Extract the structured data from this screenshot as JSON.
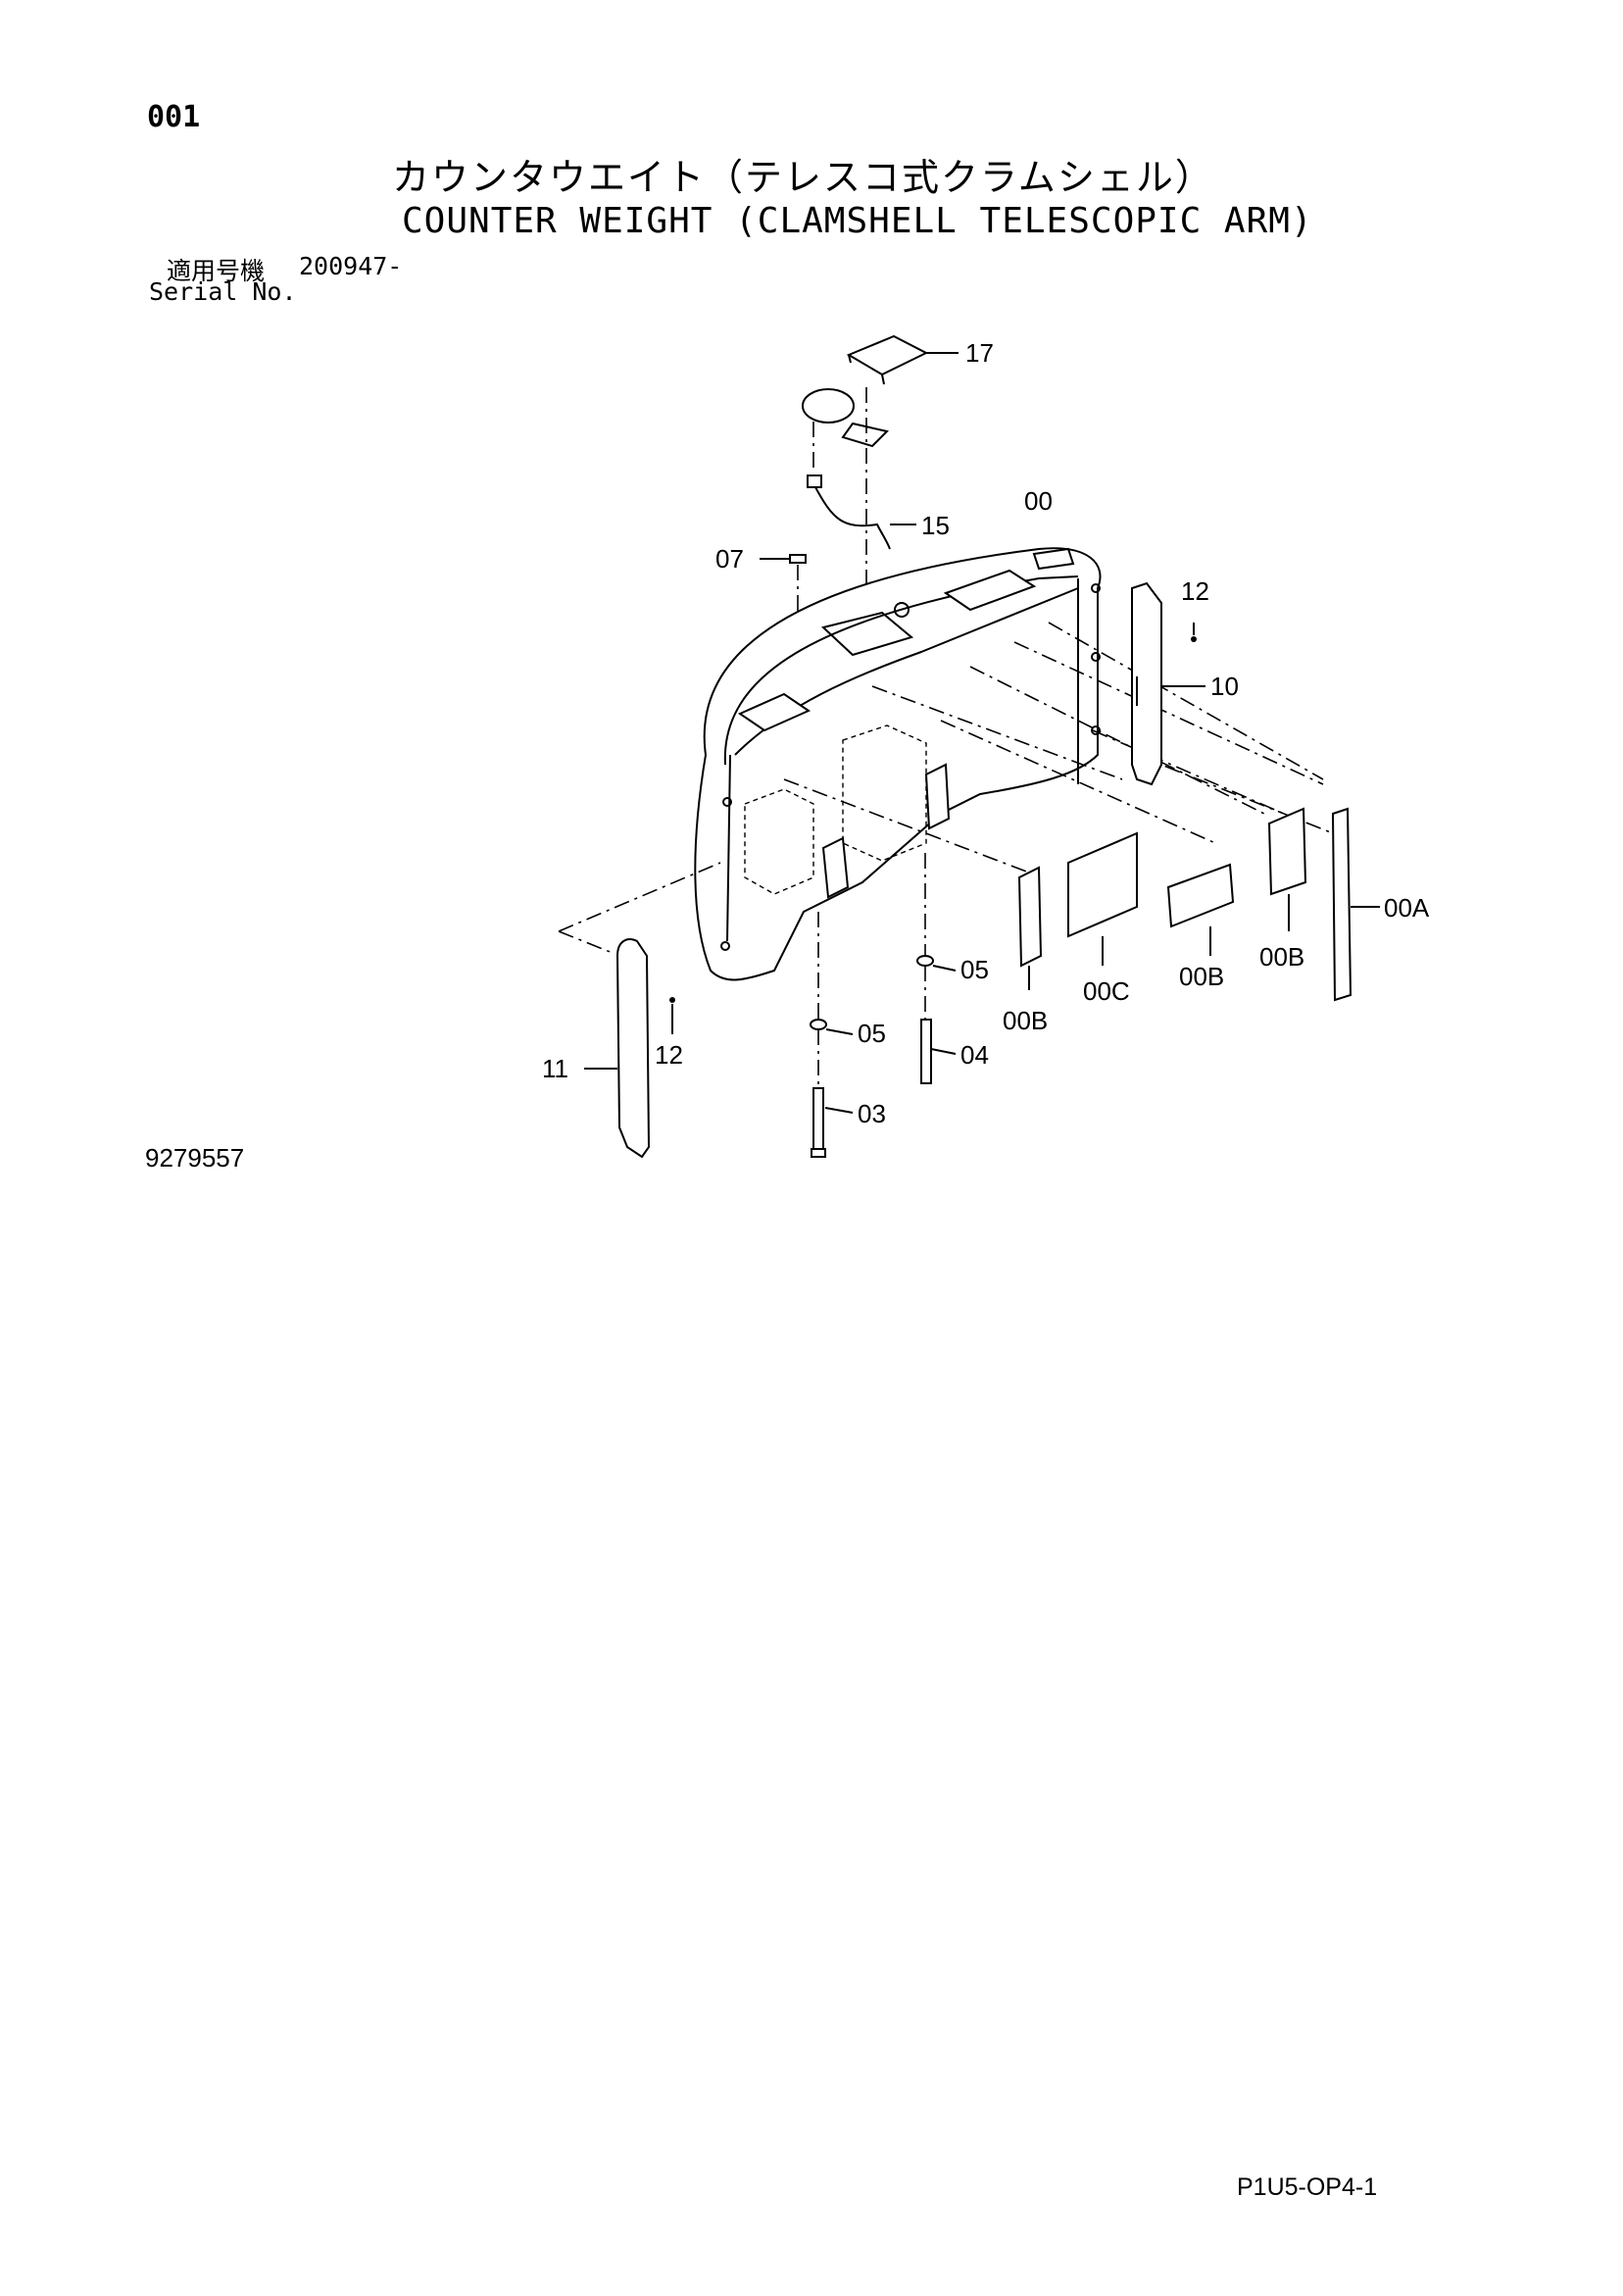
{
  "header": {
    "page_number": "001",
    "title_jp": "カウンタウエイト（テレスコ式クラムシェル）",
    "title_en": "COUNTER WEIGHT (CLAMSHELL TELESCOPIC ARM)",
    "serial_label_jp": "適用号機",
    "serial_value": "200947-",
    "serial_label_en": "Serial No."
  },
  "diagram": {
    "figure_number": "9279557",
    "part_labels": {
      "p00": "00",
      "p00A": "00A",
      "p00B_1": "00B",
      "p00B_2": "00B",
      "p00B_3": "00B",
      "p00C": "00C",
      "p03": "03",
      "p04": "04",
      "p05_1": "05",
      "p05_2": "05",
      "p07": "07",
      "p10": "10",
      "p11": "11",
      "p12_1": "12",
      "p12_2": "12",
      "p15": "15",
      "p17": "17"
    }
  },
  "footer": {
    "page_code": "P1U5-OP4-1"
  }
}
